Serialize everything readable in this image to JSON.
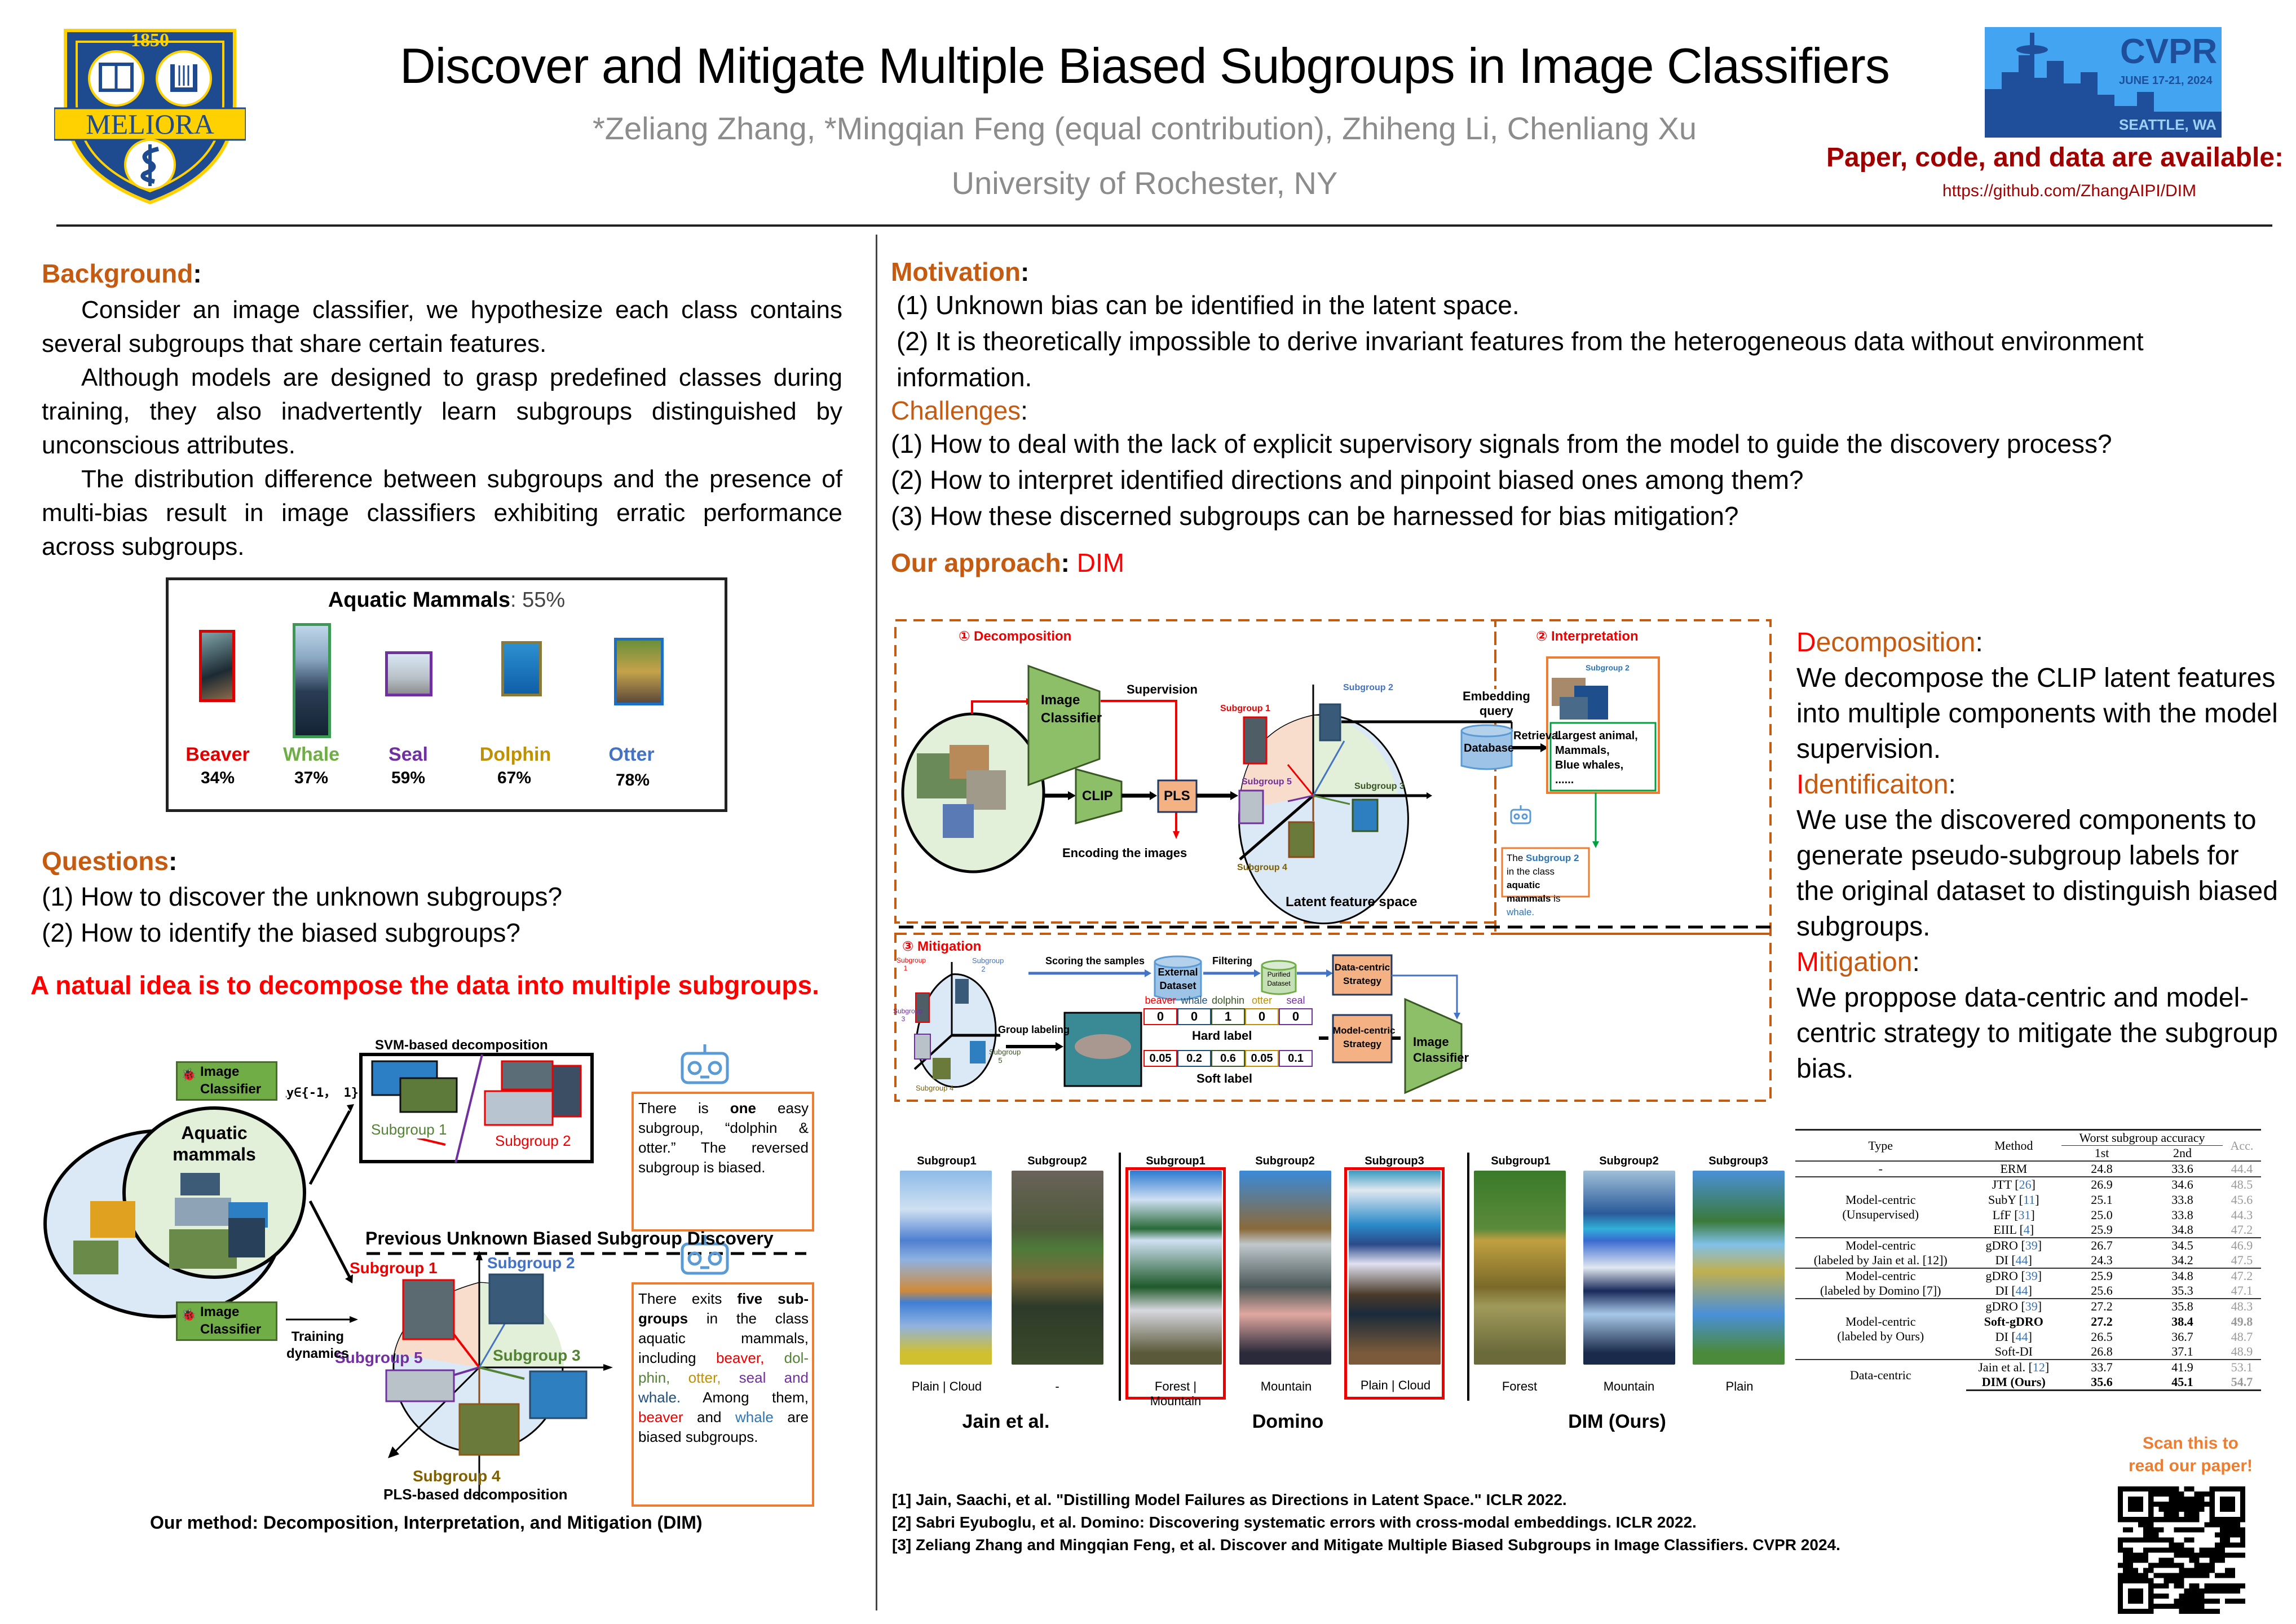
{
  "header": {
    "title": "Discover and Mitigate Multiple Biased Subgroups in Image Classifiers",
    "authors": "*Zeliang Zhang, *Mingqian Feng (equal contribution), Zhiheng Li, Chenliang Xu",
    "affiliation": "University of Rochester, NY",
    "logo": {
      "year": "1850",
      "motto": "MELIORA"
    },
    "conference": {
      "name": "CVPR",
      "dates": "JUNE 17-21, 2024",
      "location": "SEATTLE, WA"
    },
    "availability": "Paper, code, and data are available:",
    "url": "https://github.com/ZhangAIPI/DIM"
  },
  "left": {
    "background": {
      "heading": "Background",
      "paragraphs": [
        "Consider an image classifier, we hypothesize each class contains several subgroups that share certain features.",
        "Although models are designed to grasp predefined classes during training, they also inadvertently learn subgroups distinguished by unconscious attributes.",
        "The distribution difference between subgroups and the presence of multi-bias result in image classifiers exhibiting erratic performance across subgroups."
      ]
    },
    "aquatic": {
      "title": "Aquatic Mammals",
      "overall": ": 55%",
      "classes": [
        {
          "name": "Beaver",
          "pct": "34%",
          "color": "#e00000"
        },
        {
          "name": "Whale",
          "pct": "37%",
          "color": "#70ad47"
        },
        {
          "name": "Seal",
          "pct": "59%",
          "color": "#7030a0"
        },
        {
          "name": "Dolphin",
          "pct": "67%",
          "color": "#bf9000"
        },
        {
          "name": "Otter",
          "pct": "78%",
          "color": "#4472c4"
        }
      ]
    },
    "questions": {
      "heading": "Questions",
      "items": [
        "(1) How to discover the unknown subgroups?",
        "(2) How to identify the biased subgroups?"
      ]
    },
    "idea": "A natual idea is  to decompose the data into multiple subgroups.",
    "figure": {
      "image_classifier": [
        "Image",
        "Classifier"
      ],
      "label_y": "y∈{-1， 1}",
      "svm_title": "SVM-based decomposition",
      "svm_subgroup1": "Subgroup 1",
      "svm_subgroup2": "Subgroup 2",
      "aquatic": [
        "Aquatic",
        "mammals"
      ],
      "robot_note1": {
        "pre": "There is ",
        "bold": "one",
        "post": " easy subgroup, “dolphin & otter.” The reversed subgroup is biased."
      },
      "previous": "Previous Unknown Biased Subgroup Discovery",
      "subgroups": [
        "Subgroup 1",
        "Subgroup 2",
        "Subgroup 3",
        "Subgroup 4",
        "Subgroup 5"
      ],
      "training_dynamics": [
        "Training",
        "dynamics"
      ],
      "pls_title": "PLS-based decomposition",
      "robot_note2": {
        "pre": "There exits ",
        "bold": "five sub-groups",
        "mid": " in the class aquatic mammals, including ",
        "beaver": "beaver,",
        "dolphin": " dol-phin,",
        "otter": " otter,",
        "seal": " seal and",
        "whale": " whale.",
        "mid2": " Among them, ",
        "beaver2": "beaver",
        "and": " and ",
        "whale2": "whale",
        "end": " are biased subgroups."
      },
      "caption": "Our method: Decomposition, Interpretation, and Mitigation (DIM)"
    }
  },
  "right": {
    "motivation": {
      "heading": "Motivation",
      "items": [
        "(1) Unknown bias can be identified in the latent space.",
        "(2) It is theoretically impossible to derive invariant features from the heterogeneous data without environment information."
      ]
    },
    "challenges": {
      "heading": "Challenges",
      "items": [
        "(1) How to deal with the lack of explicit supervisory signals from the model to guide the discovery process?",
        "(2) How to interpret identified directions and pinpoint biased ones among them?",
        "(3) How these discerned subgroups can be harnessed for bias mitigation?"
      ]
    },
    "approach": {
      "heading": "Our approach",
      "name": "DIM"
    },
    "pipeline": {
      "decomp_title": "① Decomposition",
      "interp_title": "② Interpretation",
      "mitig_title": "③ Mitigation",
      "image_classifier": [
        "Image",
        "Classifier"
      ],
      "supervision": "Supervision",
      "clip": "CLIP",
      "pls": "PLS",
      "encoding": "Encoding the images",
      "latent": "Latent feature space",
      "subgroups": [
        "Subgroup 1",
        "Subgroup 2",
        "Subgroup 3",
        "Subgroup 4",
        "Subgroup 5"
      ],
      "embedding_query": [
        "Embedding",
        "query"
      ],
      "database": "Database",
      "retrieval": "Retrieval",
      "retrieved_title": "Subgroup 2",
      "retrieved_terms": [
        "Largest animal,",
        "Mammals,",
        "Blue whales,",
        "......"
      ],
      "interp_note": {
        "pre": "The ",
        "sg": "Subgroup 2",
        "mid": " in the class ",
        "cls": "aquatic mammals",
        "is": " is ",
        "ans": "whale."
      },
      "scoring": "Scoring the samples",
      "external": [
        "External",
        "Dataset"
      ],
      "filtering": "Filtering",
      "purified": [
        "Purified",
        "Dataset"
      ],
      "data_centric": [
        "Data-centric",
        "Strategy"
      ],
      "model_centric": [
        "Model-centric",
        "Strategy"
      ],
      "group_labeling": "Group labeling",
      "mitig_subgroups": [
        "Subgroup 1",
        "Subgroup 2",
        "Subgroup 3",
        "Subgroup 4",
        "Subgroup 5"
      ],
      "label_classes": [
        "beaver",
        "whale",
        "dolphin",
        "otter",
        "seal"
      ],
      "hard_label": [
        "0",
        "0",
        "1",
        "0",
        "0"
      ],
      "hard_label_title": "Hard label",
      "soft_label": [
        "0.05",
        "0.2",
        "0.6",
        "0.05",
        "0.1"
      ],
      "soft_label_title": "Soft label"
    },
    "explain": {
      "decomp_h1": "D",
      "decomp_h2": "ecomposition",
      "decomp_text": "We decompose the CLIP latent features into multiple components with the model supervision.",
      "ident_h1": "I",
      "ident_h2": "dentificaiton",
      "ident_text": "We use the discovered components to generate pseudo-subgroup labels for the original dataset to distinguish biased subgroups.",
      "mitig_h1": "M",
      "mitig_h2": "itigation",
      "mitig_text": "We proppose data-centric and model-centric strategy to mitigate the subgroup bias."
    },
    "comparison": {
      "groups": [
        {
          "name": "Jain et al.",
          "subgroups": [
            "Subgroup1",
            "Subgroup2"
          ],
          "captions": [
            "Plain | Cloud",
            "-"
          ]
        },
        {
          "name": "Domino",
          "subgroups": [
            "Subgroup1",
            "Subgroup2",
            "Subgroup3"
          ],
          "captions": [
            "Forest | Mountain",
            "Mountain",
            "Plain | Cloud"
          ]
        },
        {
          "name": "DIM (Ours)",
          "subgroups": [
            "Subgroup1",
            "Subgroup2",
            "Subgroup3"
          ],
          "captions": [
            "Forest",
            "Mountain",
            "Plain"
          ]
        }
      ]
    },
    "table": {
      "headers": {
        "type": "Type",
        "method": "Method",
        "worst": "Worst subgroup accuracy",
        "first": "1st",
        "second": "2nd",
        "acc": "Acc."
      },
      "groups": [
        {
          "type": [
            "-"
          ],
          "rows": [
            {
              "method": "ERM",
              "ref": "",
              "first": "24.8",
              "second": "33.6",
              "acc": "44.4"
            }
          ]
        },
        {
          "type": [
            "Model-centric",
            "(Unsupervised)"
          ],
          "rows": [
            {
              "method": "JTT",
              "ref": "26",
              "first": "26.9",
              "second": "34.6",
              "acc": "48.5"
            },
            {
              "method": "SubY",
              "ref": "11",
              "first": "25.1",
              "second": "33.8",
              "acc": "45.6"
            },
            {
              "method": "LfF",
              "ref": "31",
              "first": "25.0",
              "second": "33.8",
              "acc": "44.3"
            },
            {
              "method": "EIIL",
              "ref": "4",
              "first": "25.9",
              "second": "34.8",
              "acc": "47.2"
            }
          ]
        },
        {
          "type": [
            "Model-centric",
            "(labeled by Jain et al. [12])"
          ],
          "rows": [
            {
              "method": "gDRO",
              "ref": "39",
              "first": "26.7",
              "second": "34.5",
              "acc": "46.9"
            },
            {
              "method": "DI",
              "ref": "44",
              "first": "24.3",
              "second": "34.2",
              "acc": "47.5"
            }
          ]
        },
        {
          "type": [
            "Model-centric",
            "(labeled by Domino [7])"
          ],
          "rows": [
            {
              "method": "gDRO",
              "ref": "39",
              "first": "25.9",
              "second": "34.8",
              "acc": "47.2"
            },
            {
              "method": "DI",
              "ref": "44",
              "first": "25.6",
              "second": "35.3",
              "acc": "47.1"
            }
          ]
        },
        {
          "type": [
            "Model-centric",
            "(labeled by Ours)"
          ],
          "rows": [
            {
              "method": "gDRO",
              "ref": "39",
              "first": "27.2",
              "second": "35.8",
              "acc": "48.3"
            },
            {
              "method": "Soft-gDRO",
              "ref": "",
              "first": "27.2",
              "second": "38.4",
              "acc": "49.8",
              "bold": true
            },
            {
              "method": "DI",
              "ref": "44",
              "first": "26.5",
              "second": "36.7",
              "acc": "48.7"
            },
            {
              "method": "Soft-DI",
              "ref": "",
              "first": "26.8",
              "second": "37.1",
              "acc": "48.9"
            }
          ]
        },
        {
          "type": [
            "Data-centric"
          ],
          "rows": [
            {
              "method": "Jain et al.",
              "ref": "12",
              "first": "33.7",
              "second": "41.9",
              "acc": "53.1"
            },
            {
              "method": "DIM (Ours)",
              "ref": "",
              "first": "35.6",
              "second": "45.1",
              "acc": "54.7",
              "bold": true
            }
          ]
        }
      ]
    },
    "references": [
      "[1] Jain, Saachi, et al. \"Distilling Model Failures as Directions in Latent Space.\" ICLR 2022.",
      "[2] Sabri Eyuboglu, et al. Domino: Discovering systematic errors with cross-modal embeddings. ICLR 2022.",
      "[3] Zeliang Zhang and Mingqian Feng, et al. Discover and Mitigate Multiple Biased Subgroups in Image Classifiers. CVPR 2024."
    ],
    "scan": [
      "Scan this to",
      "read our paper!"
    ]
  },
  "colors": {
    "heading": "#c55a11",
    "red": "#ff0000",
    "navy": "#1f4e9a",
    "gold": "#ffd100",
    "green_box": "#8cbf68",
    "orange_box": "#f4b183"
  }
}
